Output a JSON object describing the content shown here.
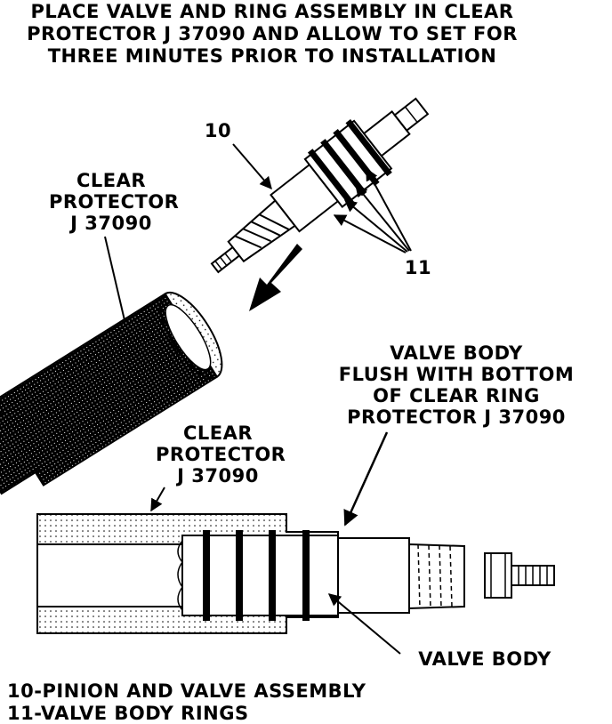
{
  "header": {
    "lines": [
      "PLACE VALVE AND RING ASSEMBLY IN CLEAR",
      "PROTECTOR J 37090 AND ALLOW TO SET FOR",
      "THREE MINUTES PRIOR TO INSTALLATION"
    ]
  },
  "callouts": {
    "pinion_number": "10",
    "rings_number": "11",
    "protector_top": [
      "CLEAR",
      "PROTECTOR",
      "J 37090"
    ],
    "protector_bottom": [
      "CLEAR",
      "PROTECTOR",
      "J 37090"
    ],
    "flush_note": [
      "VALVE BODY",
      "FLUSH WITH BOTTOM",
      "OF CLEAR RING",
      "PROTECTOR J 37090"
    ],
    "valve_body": "VALVE BODY"
  },
  "legend": {
    "items": [
      "10-PINION AND VALVE ASSEMBLY",
      "11-VALVE BODY RINGS"
    ]
  }
}
